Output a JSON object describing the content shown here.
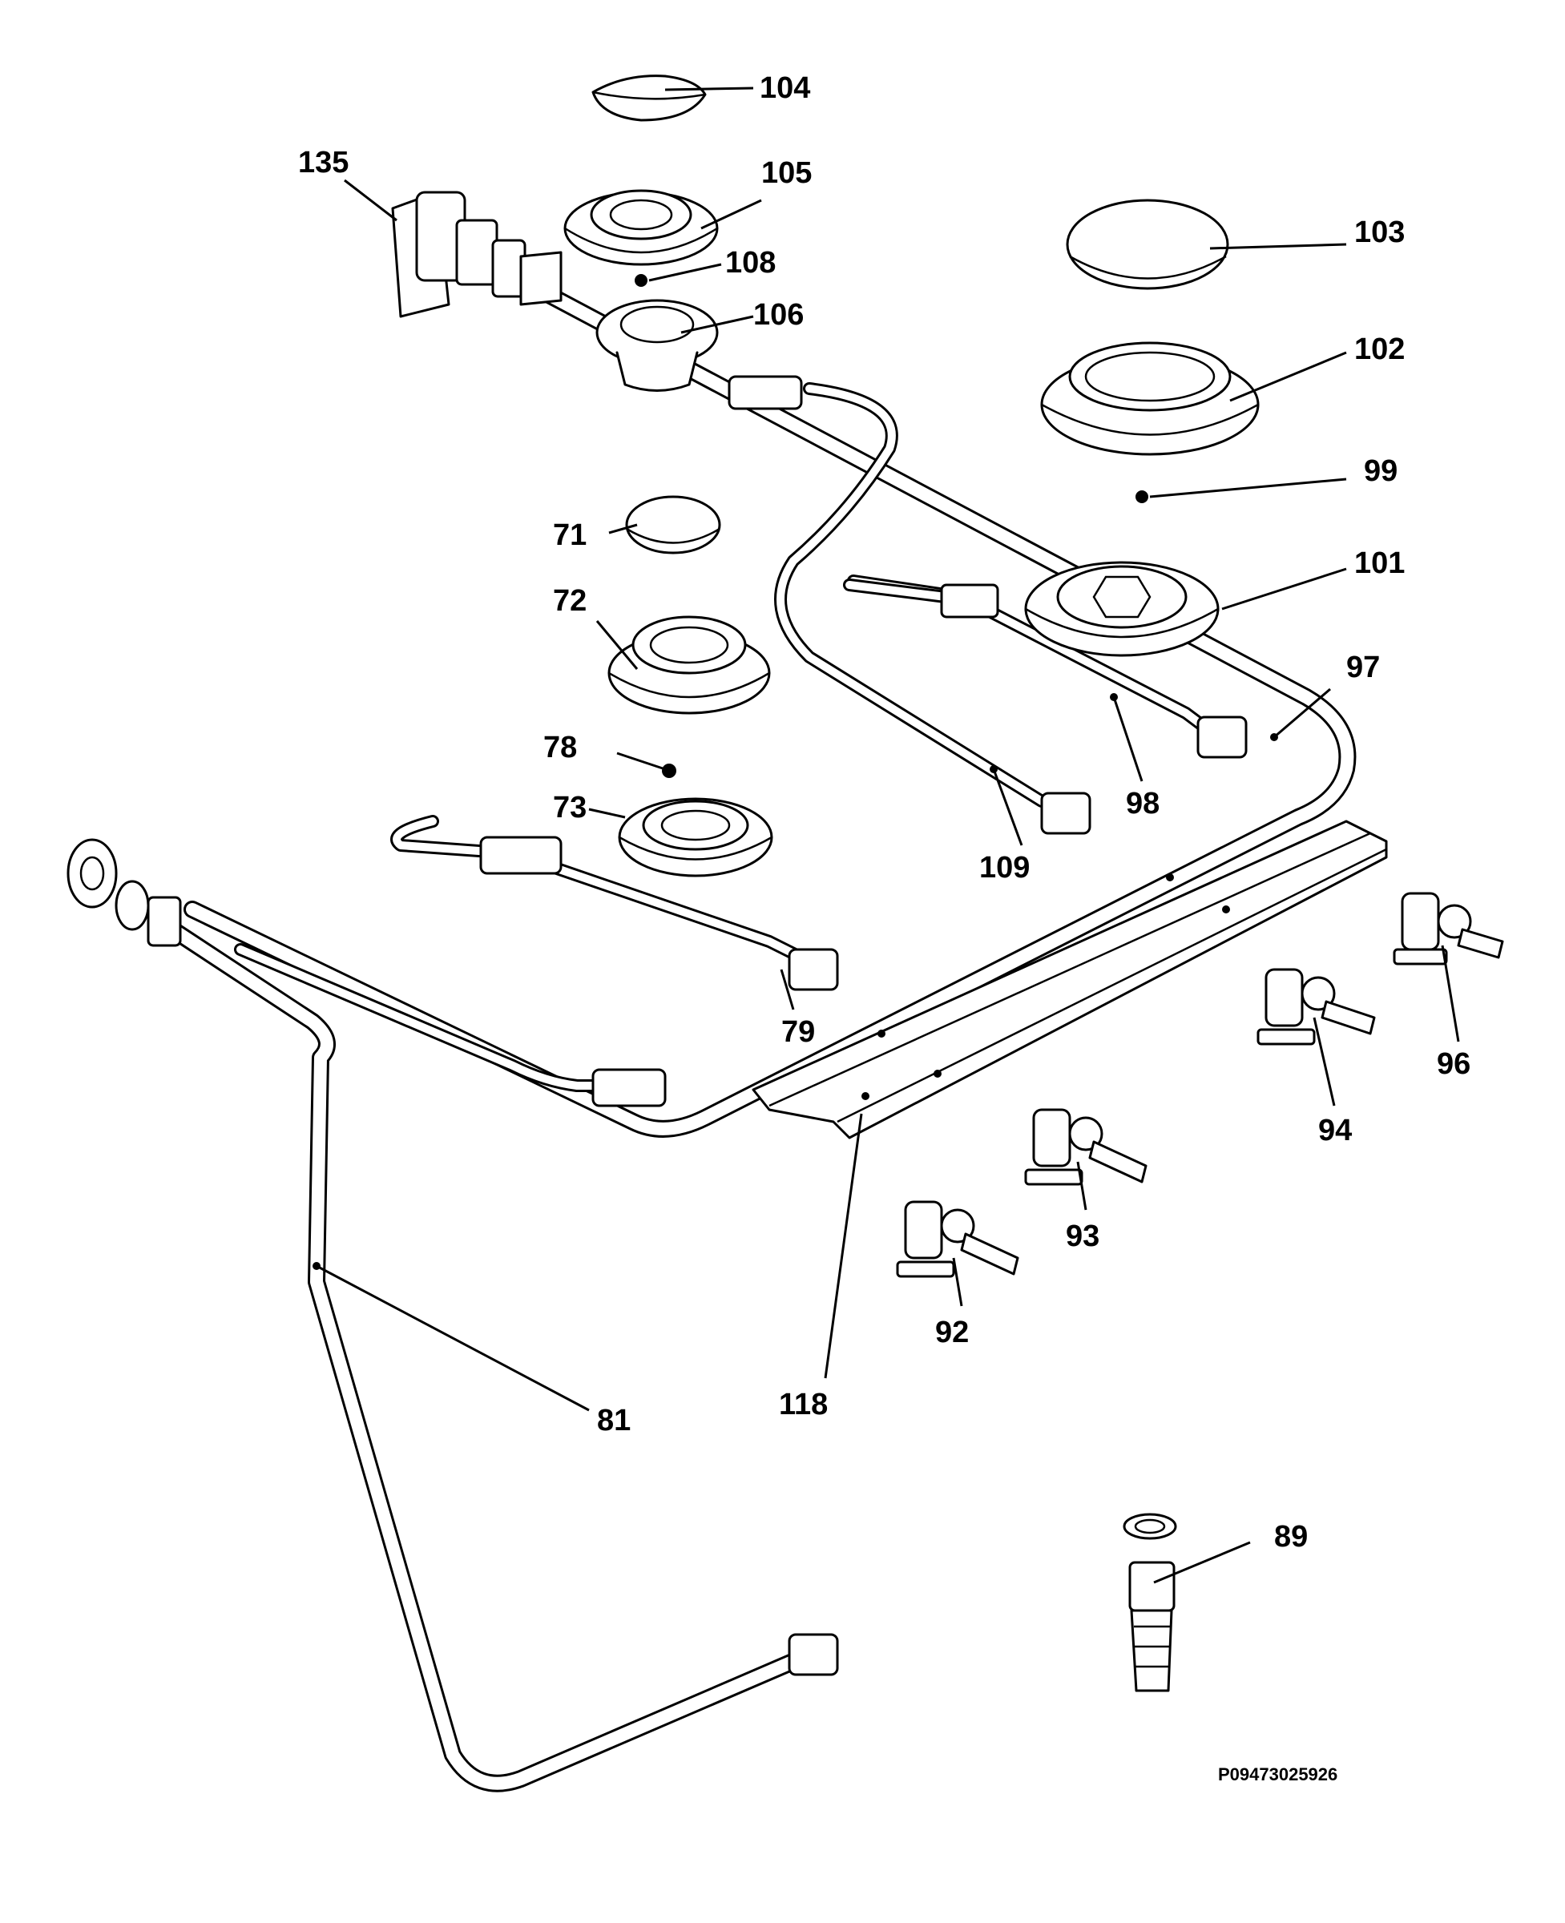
{
  "reference_code": "P09473025926",
  "parts": [
    {
      "id": "p104",
      "label": "104",
      "icon": "burner-cap-small-icon"
    },
    {
      "id": "p135",
      "label": "135",
      "icon": "gas-inlet-elbow-icon"
    },
    {
      "id": "p105",
      "label": "105",
      "icon": "burner-crown-icon"
    },
    {
      "id": "p108",
      "label": "108",
      "icon": "injector-icon"
    },
    {
      "id": "p106",
      "label": "106",
      "icon": "burner-base-icon"
    },
    {
      "id": "p103",
      "label": "103",
      "icon": "burner-cap-large-icon"
    },
    {
      "id": "p102",
      "label": "102",
      "icon": "burner-crown-large-icon"
    },
    {
      "id": "p99",
      "label": "99",
      "icon": "injector-icon"
    },
    {
      "id": "p101",
      "label": "101",
      "icon": "burner-base-large-icon"
    },
    {
      "id": "p71",
      "label": "71",
      "icon": "burner-cap-medium-icon"
    },
    {
      "id": "p72",
      "label": "72",
      "icon": "burner-crown-medium-icon"
    },
    {
      "id": "p97",
      "label": "97",
      "icon": "gas-manifold-pipe-icon"
    },
    {
      "id": "p78",
      "label": "78",
      "icon": "injector-icon"
    },
    {
      "id": "p98",
      "label": "98",
      "icon": "gas-pipe-icon"
    },
    {
      "id": "p73",
      "label": "73",
      "icon": "burner-base-medium-icon"
    },
    {
      "id": "p109",
      "label": "109",
      "icon": "gas-pipe-icon"
    },
    {
      "id": "p79",
      "label": "79",
      "icon": "gas-pipe-icon"
    },
    {
      "id": "p96",
      "label": "96",
      "icon": "gas-tap-icon"
    },
    {
      "id": "p94",
      "label": "94",
      "icon": "gas-tap-icon"
    },
    {
      "id": "p93",
      "label": "93",
      "icon": "gas-tap-icon"
    },
    {
      "id": "p92",
      "label": "92",
      "icon": "gas-tap-icon"
    },
    {
      "id": "p118",
      "label": "118",
      "icon": "mounting-bracket-icon"
    },
    {
      "id": "p81",
      "label": "81",
      "icon": "gas-pipe-icon"
    },
    {
      "id": "p89",
      "label": "89",
      "icon": "hose-connector-icon"
    }
  ]
}
